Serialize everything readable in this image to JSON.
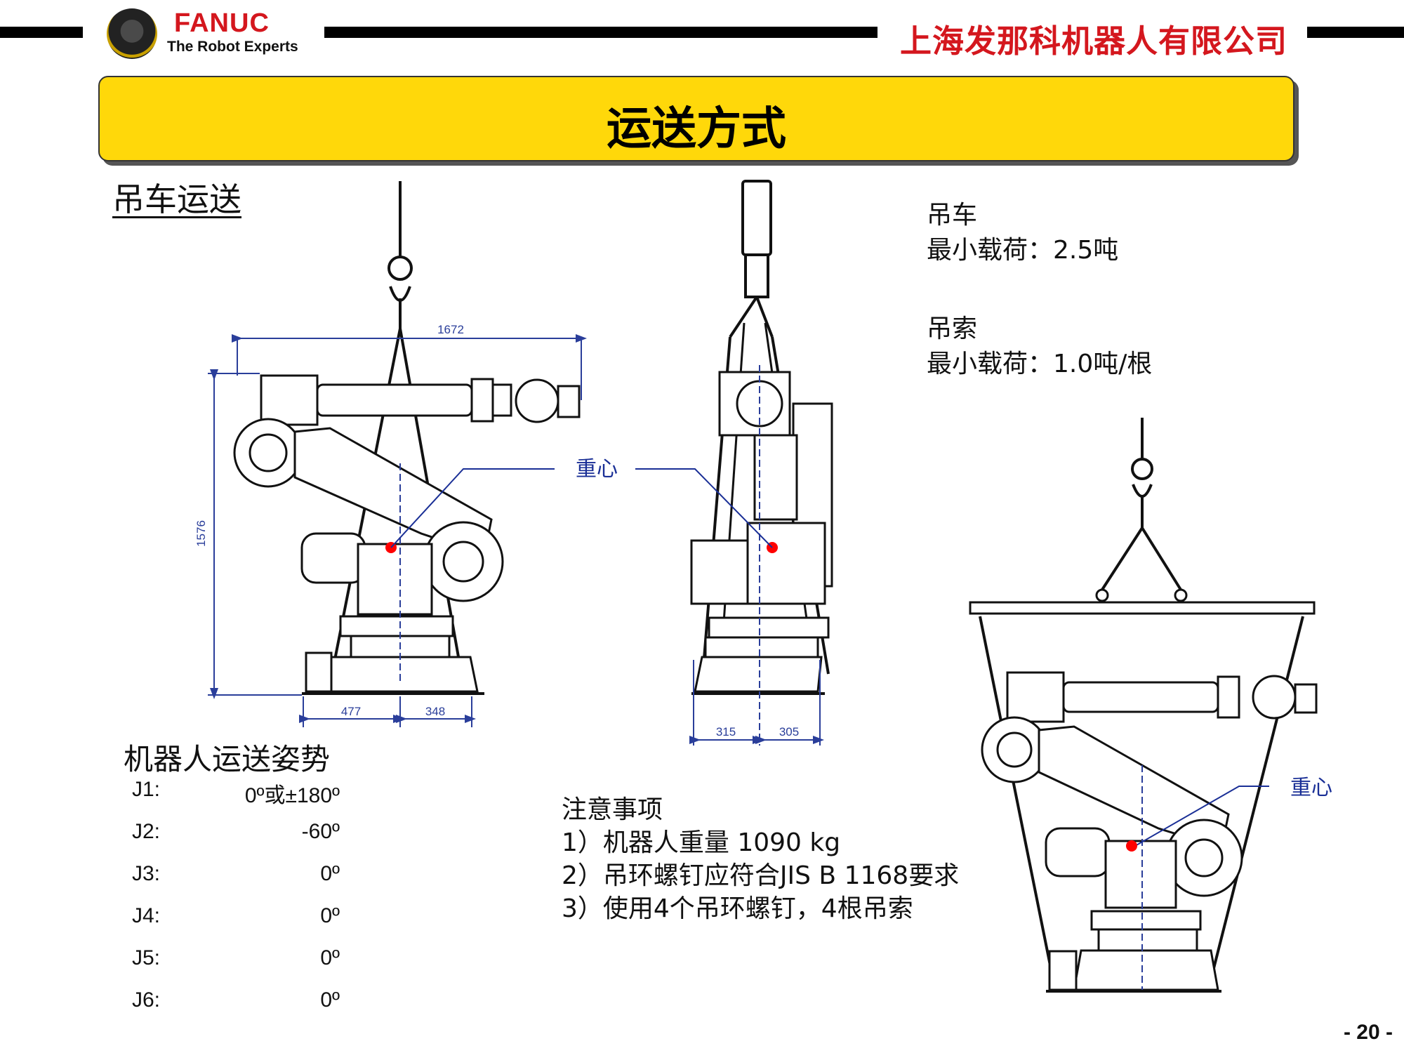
{
  "header": {
    "logo_text": "FANUC",
    "logo_tagline": "The Robot Experts",
    "company": "上海发那科机器人有限公司"
  },
  "banner": {
    "title": "运送方式"
  },
  "section_title": "吊车运送",
  "crane": {
    "label": "吊车",
    "min_load": "最小载荷：2.5吨"
  },
  "sling": {
    "label": "吊索",
    "min_load": "最小载荷：1.0吨/根"
  },
  "dimensions": {
    "front_width": "1672",
    "front_height": "1576",
    "front_base_left": "477",
    "front_base_right": "348",
    "side_base_left": "315",
    "side_base_right": "305"
  },
  "center_of_gravity_label": "重心",
  "posture": {
    "title": "机器人运送姿势",
    "joints": [
      {
        "name": "J1:",
        "value": "0º或±180º"
      },
      {
        "name": "J2:",
        "value": "-60º"
      },
      {
        "name": "J3:",
        "value": "0º"
      },
      {
        "name": "J4:",
        "value": "0º"
      },
      {
        "name": "J5:",
        "value": "0º"
      },
      {
        "name": "J6:",
        "value": "0º"
      }
    ]
  },
  "notes": {
    "title": "注意事项",
    "items": [
      "1）机器人重量 1090 kg",
      "2）吊环螺钉应符合JIS B 1168要求",
      "3）使用4个吊环螺钉，4根吊索"
    ]
  },
  "page_number": "- 20 -",
  "colors": {
    "brand_red": "#d4171e",
    "banner_yellow": "#ffd80a",
    "dimension_blue": "#2a3e9a",
    "cg_marker": "#ff0000"
  }
}
